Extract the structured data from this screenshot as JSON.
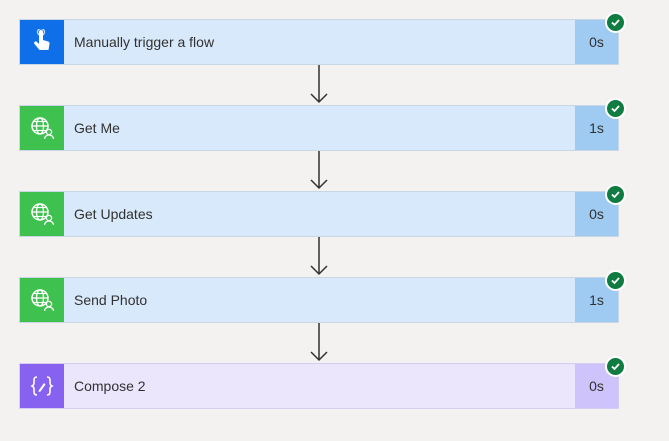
{
  "colors": {
    "success_check": "#107c41",
    "trigger_icon_bg": "#0f6fe8",
    "action_icon_bg": "#3fc14f",
    "compose_icon_bg": "#8761f0",
    "card_bg_blue": "#d8e9fb",
    "duration_bg_blue": "#9fcaf2",
    "card_bg_purple": "#ece6fd",
    "duration_bg_purple": "#cfc3fb"
  },
  "steps": [
    {
      "title": "Manually trigger a flow",
      "duration": "0s",
      "icon": "hand-touch-icon",
      "status": "succeeded"
    },
    {
      "title": "Get Me",
      "duration": "1s",
      "icon": "globe-user-icon",
      "status": "succeeded"
    },
    {
      "title": "Get Updates",
      "duration": "0s",
      "icon": "globe-user-icon",
      "status": "succeeded"
    },
    {
      "title": "Send Photo",
      "duration": "1s",
      "icon": "globe-user-icon",
      "status": "succeeded"
    },
    {
      "title": "Compose 2",
      "duration": "0s",
      "icon": "compose-braces-icon",
      "status": "succeeded"
    }
  ]
}
